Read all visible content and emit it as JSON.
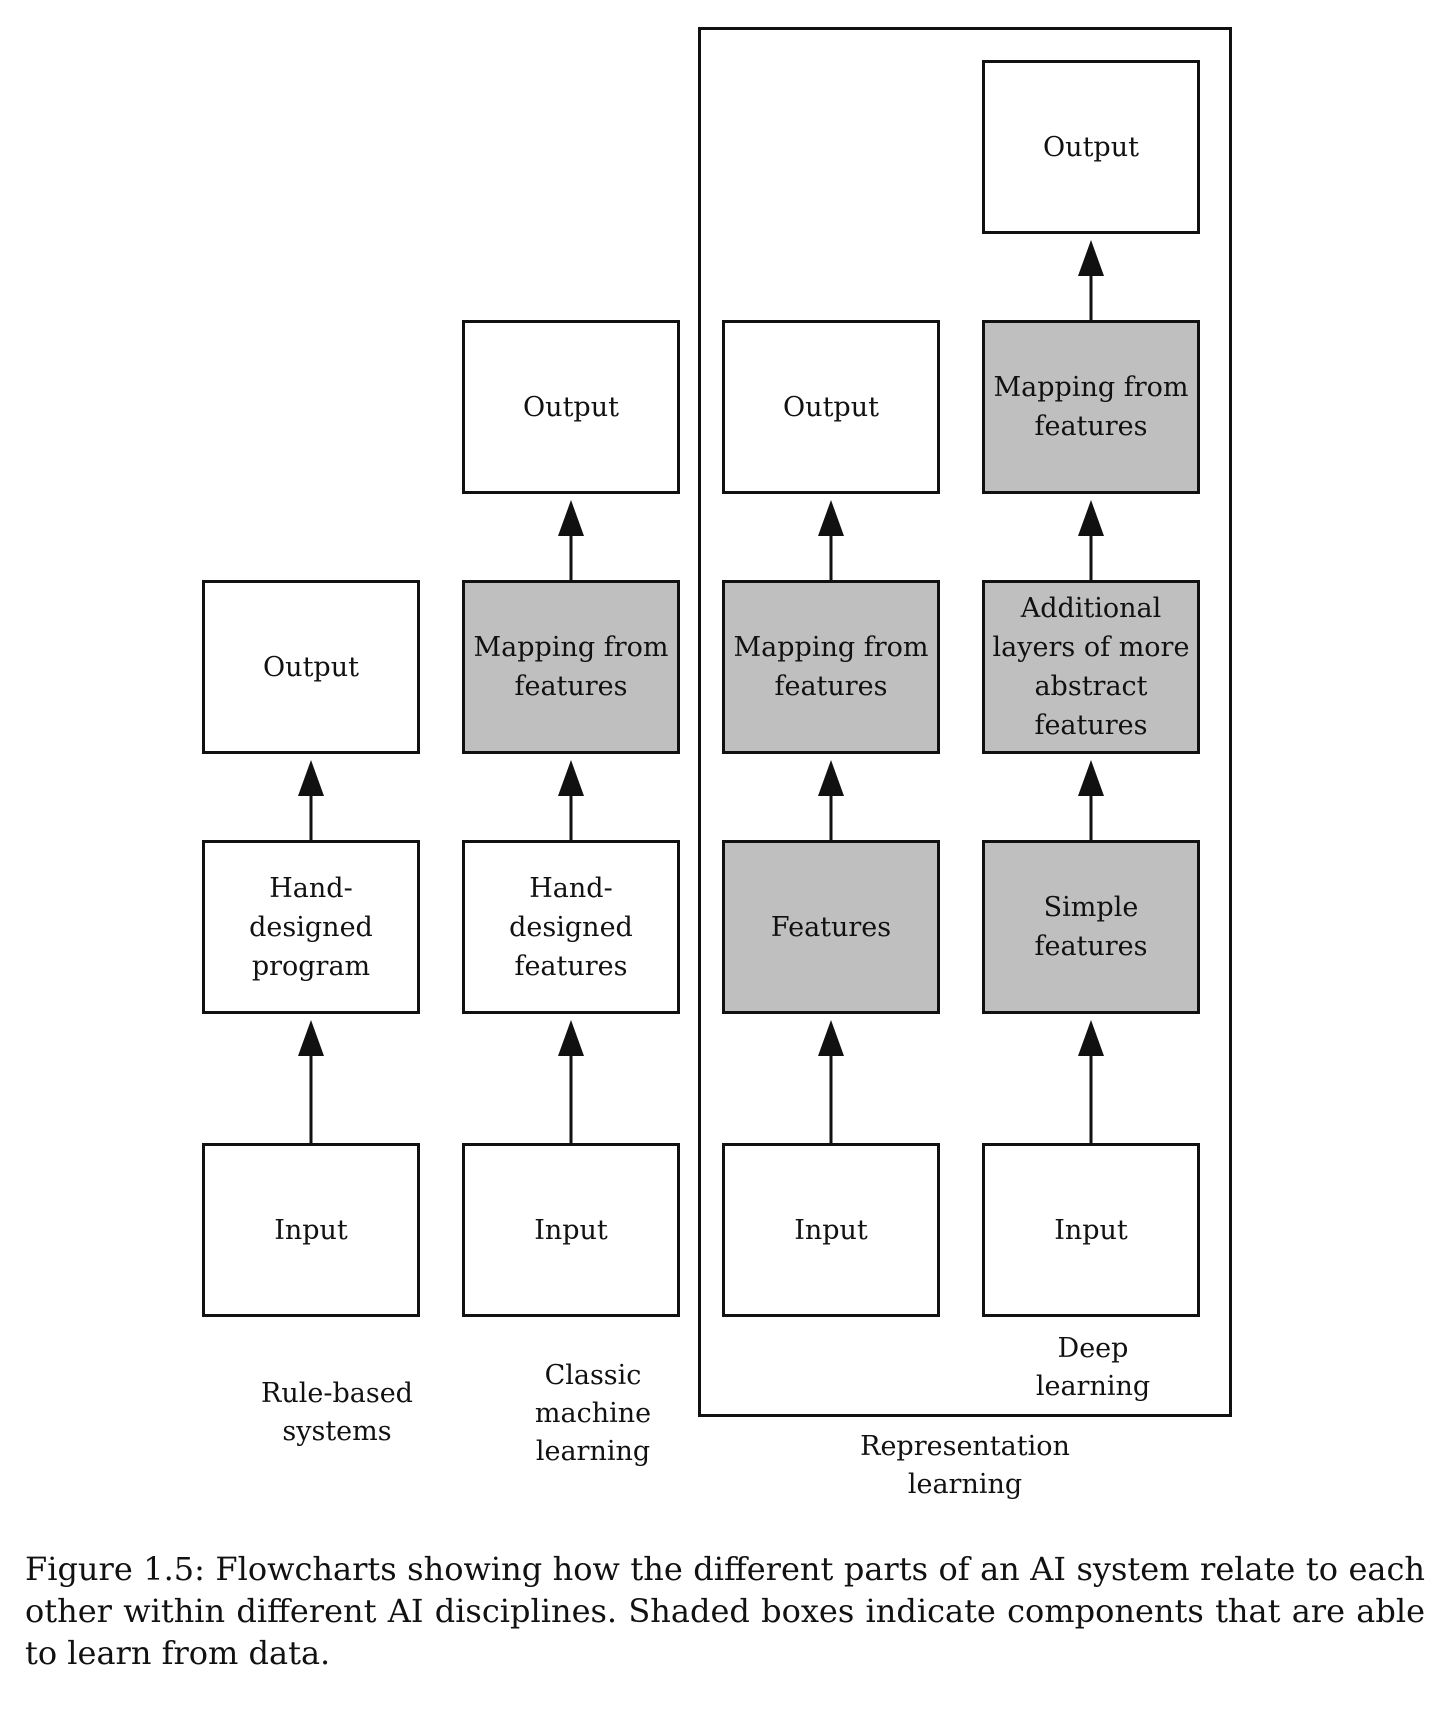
{
  "columns": [
    {
      "label": "Rule-based\nsystems",
      "boxes": [
        {
          "text": "Input",
          "shaded": false
        },
        {
          "text": "Hand-\ndesigned\nprogram",
          "shaded": false
        },
        {
          "text": "Output",
          "shaded": false
        }
      ]
    },
    {
      "label": "Classic\nmachine\nlearning",
      "boxes": [
        {
          "text": "Input",
          "shaded": false
        },
        {
          "text": "Hand-\ndesigned\nfeatures",
          "shaded": false
        },
        {
          "text": "Mapping from\nfeatures",
          "shaded": true
        },
        {
          "text": "Output",
          "shaded": false
        }
      ]
    },
    {
      "label": "",
      "boxes": [
        {
          "text": "Input",
          "shaded": false
        },
        {
          "text": "Features",
          "shaded": true
        },
        {
          "text": "Mapping from\nfeatures",
          "shaded": true
        },
        {
          "text": "Output",
          "shaded": false
        }
      ]
    },
    {
      "label": "Deep\nlearning",
      "boxes": [
        {
          "text": "Input",
          "shaded": false
        },
        {
          "text": "Simple\nfeatures",
          "shaded": true
        },
        {
          "text": "Additional\nlayers of more\nabstract\nfeatures",
          "shaded": true
        },
        {
          "text": "Mapping from\nfeatures",
          "shaded": true
        },
        {
          "text": "Output",
          "shaded": false
        }
      ]
    }
  ],
  "representation_label": "Representation\nlearning",
  "caption": "Figure 1.5: Flowcharts showing how the different parts of an AI system relate to each other within different AI disciplines. Shaded boxes indicate components that are able to learn from data."
}
